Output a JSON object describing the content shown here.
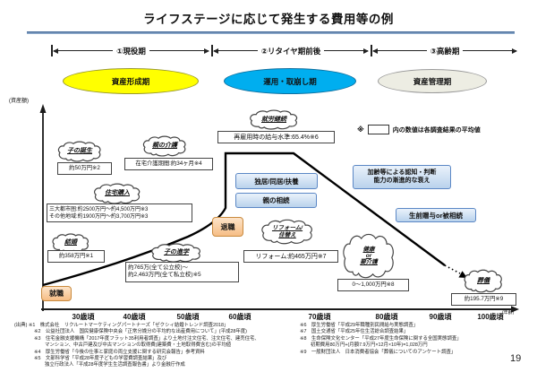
{
  "title": "ライフステージに応じて発生する費用等の例",
  "y_axis_label": "(資産額)",
  "stages": {
    "s1": {
      "label": "①現役期",
      "ellipse": "資産形成期",
      "color": "#ffff00"
    },
    "s2": {
      "label": "②リタイヤ期前後",
      "ellipse": "運用・取崩し期",
      "color": "#00aeef"
    },
    "s3": {
      "label": "③高齢期",
      "ellipse": "資産管理期",
      "color": "#ededе3"
    }
  },
  "legend": {
    "marker": "※",
    "note": "内の数値は各調査結果の平均値"
  },
  "events": {
    "employment": {
      "label": "就職"
    },
    "retirement": {
      "label": "退職"
    },
    "marriage": {
      "cloud": "結婚",
      "value": "約358万円※1"
    },
    "childbirth": {
      "cloud": "子の誕生",
      "value": "約50万円※2"
    },
    "house_purchase": {
      "cloud": "住宅購入",
      "value": "三大都市圏:約2500万円～約4,500万円※3\nその他地域:約1900万円～約3,700万円※3"
    },
    "parent_care": {
      "cloud": "親の介護",
      "value": "在宅介護期間:約34ヶ月※4"
    },
    "child_education": {
      "cloud": "子の進学",
      "value": "約765万(全て公立校)～\n約2,463万円(全て私立校)※5"
    },
    "work_continuation": {
      "cloud": "就労継続",
      "value": "再雇用時の給与水準:65.4%※6"
    },
    "reform": {
      "cloud": "リフォーム/\n住替え",
      "value": "リフォーム:約465万円※7"
    },
    "health_care": {
      "cloud": "健康\nor\n要介護",
      "value": "0～1,000万円※8"
    },
    "funeral": {
      "cloud": "葬儀",
      "value": "約195.7万円※9"
    }
  },
  "info_boxes": {
    "living": "独居/同居/扶養",
    "parent_inherit": "親の相続",
    "cognitive": "加齢等による認知・判断\n能力の漸進的な衰え",
    "gift": "生前贈与or被相続"
  },
  "x_axis": {
    "ticks": [
      "30歳頃",
      "40歳頃",
      "50歳頃",
      "60歳頃",
      "70歳頃",
      "80歳頃",
      "90歳頃",
      "100歳頃"
    ],
    "unit": "(年齢)"
  },
  "footnotes": {
    "left": [
      "(出典) ※1　株式会社　リクルートマーケティングパートナーズ「ゼクシィ結婚トレンド調査2018」",
      "※2　公益社団法人　国民健康保険中央会「正常分娩分の平均的な出産費用について」(平成28年度)",
      "※3　住宅金融支援機構「2017年度フラット35利用者調査」より土地付注文住宅、注文住宅、建売住宅、",
      "マンション、中古戸建及び中古マンションの取得費(建築費・土地取得費含む)の平均値",
      "※4　厚生労働省「今後の仕事と家庭の両立支援に関する研究会報告」参考資料",
      "※5　文部科学省「平成28年度子どもの学習費調査結果」及び",
      "独立行政法人「平成28年度学生生活調査報告書」より金融庁作成"
    ],
    "right": [
      "※6　厚生労働省「平成29年職種別民間給与実態調査」",
      "※7　国土交通省「平成25年住生活総合調査結果」",
      "※8　生命保険文化センター「平成27年度生命保険に関する全国実態調査」",
      "初期費用80万円+(月額7.9万円×12月×10年)=1,028万円",
      "※9　一般財団法人　日本消費者協会「葬儀についてのアンケート調査」"
    ]
  },
  "page_number": "19",
  "colors": {
    "title_rule": "#3f6493",
    "stage1_fill": "#ffff00",
    "stage2_fill": "#00aeef",
    "stage3_fill": "#ededdf",
    "info_box_fill": "#c3d8ee",
    "info_box_border": "#5b87c5",
    "event_box_fill": "#f6bd85",
    "line_color": "#000000"
  }
}
